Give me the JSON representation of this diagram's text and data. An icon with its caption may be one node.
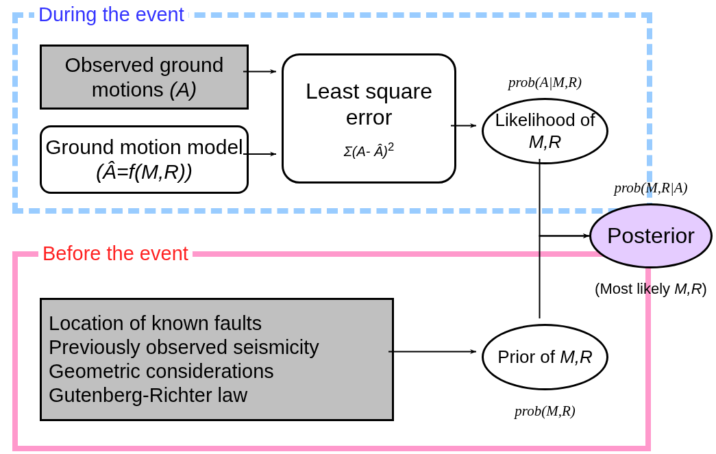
{
  "diagram": {
    "nodes": [
      {
        "text": [
          "During the event"
        ]
      },
      {
        "text": [
          "Observed ground motions *(A)*"
        ],
        "in": 0
      },
      {
        "text": [
          "Ground motion model *(Â=f(M,R))*"
        ],
        "in": 0
      },
      {
        "text": [
          "Least square error",
          "*Σ(A- Â)*$^{2}$"
        ],
        "in": 0
      },
      {
        "text": [
          "Likelihood of *M,R*"
        ],
        "in": 0,
        "beside": [
          "prob(A|M,R)"
        ]
      },
      {
        "text": [
          "Before the event"
        ]
      },
      {
        "text": [
          "Location of known faults",
          "Previously observed seismicity",
          "Geometric considerations",
          "Gutenberg-Richter law"
        ],
        "in": 5
      },
      {
        "text": [
          "Prior of *M,R*"
        ],
        "in": 5,
        "beside": [
          "prob(M,R)"
        ]
      },
      {
        "text": [
          "Posterior"
        ],
        "beside": [
          "prob(M,R|A)",
          "(Most likely *M,R*)"
        ]
      }
    ],
    "edges": [
      {
        "from": 1,
        "to": 3,
        "arrow": "to"
      },
      {
        "from": 2,
        "to": 3,
        "arrow": "to"
      },
      {
        "from": 3,
        "to": 4,
        "arrow": "to"
      },
      {
        "from": 6,
        "to": 7,
        "arrow": "to"
      },
      {
        "from": 4,
        "to": 8,
        "arrow": "to"
      },
      {
        "from": 7,
        "to": 8,
        "arrow": "to"
      }
    ]
  }
}
